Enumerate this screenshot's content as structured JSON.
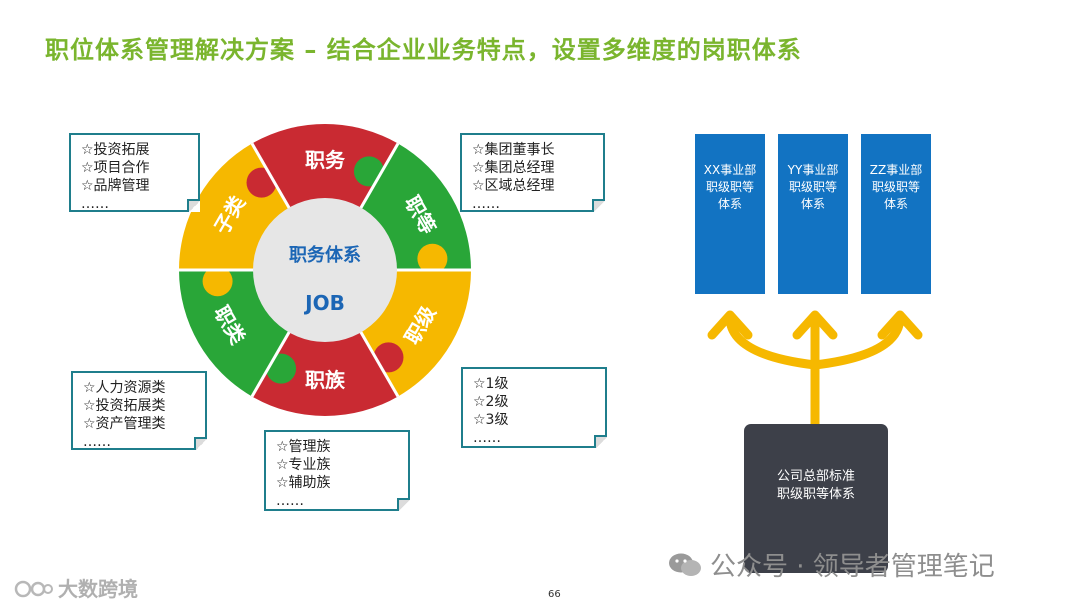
{
  "title": "职位体系管理解决方案 – 结合企业业务特点，设置多维度的岗职体系",
  "colors": {
    "title": "#7ab52e",
    "red": "#c92a32",
    "green": "#29a638",
    "yellow": "#f6b800",
    "center": "#e6e6e6",
    "center_text": "#1c66b5",
    "note_border": "#1f7e8c",
    "unit_blue": "#1273c2",
    "arrow": "#f6b800",
    "hq": "#3d4049"
  },
  "wheel": {
    "center_line1": "职务体系",
    "center_line2": "JOB",
    "segments": [
      {
        "label": "职务",
        "color": "red"
      },
      {
        "label": "职等",
        "color": "green"
      },
      {
        "label": "职级",
        "color": "yellow"
      },
      {
        "label": "职族",
        "color": "red"
      },
      {
        "label": "职类",
        "color": "green"
      },
      {
        "label": "子类",
        "color": "yellow"
      }
    ]
  },
  "notes": {
    "subclass": [
      "☆投资拓展",
      "☆项目合作",
      "☆品牌管理",
      "……"
    ],
    "position": [
      "☆集团董事长",
      "☆集团总经理",
      "☆区域总经理",
      "……"
    ],
    "category": [
      "☆人力资源类",
      "☆投资拓展类",
      "☆资产管理类",
      "……"
    ],
    "level": [
      "☆1级",
      "☆2级",
      "☆3级",
      "……"
    ],
    "family": [
      "☆管理族",
      "☆专业族",
      "☆辅助族",
      "……"
    ]
  },
  "units": [
    {
      "line1": "XX事业部",
      "line2": "职级职等",
      "line3": "体系"
    },
    {
      "line1": "YY事业部",
      "line2": "职级职等",
      "line3": "体系"
    },
    {
      "line1": "ZZ事业部",
      "line2": "职级职等",
      "line3": "体系"
    }
  ],
  "hq": {
    "line1": "公司总部标准",
    "line2": "职级职等体系"
  },
  "page_number": "66",
  "watermark_wechat": "公众号 · 领导者管理笔记",
  "watermark_brand": "大数跨境"
}
